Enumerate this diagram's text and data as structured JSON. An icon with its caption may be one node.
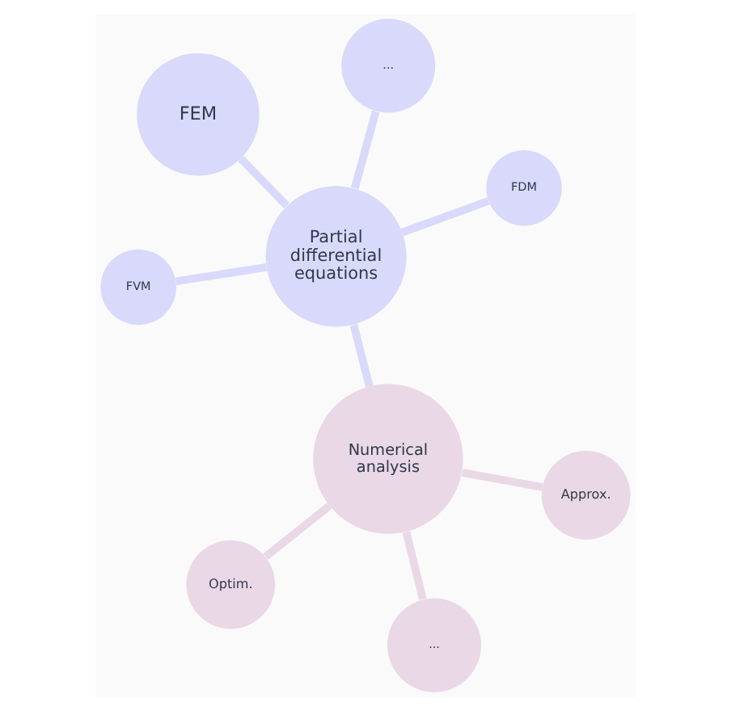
{
  "diagram": {
    "nodes": [
      {
        "text": [
          "Partial differential equations"
        ]
      },
      {
        "text": [
          "FDM"
        ]
      },
      {
        "text": [
          "FVM"
        ]
      },
      {
        "text": [
          "FEM"
        ]
      },
      {
        "text": [
          "..."
        ]
      },
      {
        "text": [
          "Numerical analysis"
        ]
      },
      {
        "text": [
          "Optim."
        ]
      },
      {
        "text": [
          "Approx."
        ]
      },
      {
        "text": [
          "..."
        ]
      }
    ],
    "edges": [
      {
        "from": 0,
        "to": 1,
        "arrow": "none"
      },
      {
        "from": 0,
        "to": 2,
        "arrow": "none"
      },
      {
        "from": 0,
        "to": 3,
        "arrow": "none"
      },
      {
        "from": 0,
        "to": 4,
        "arrow": "none"
      },
      {
        "from": 0,
        "to": 5,
        "arrow": "none"
      },
      {
        "from": 5,
        "to": 6,
        "arrow": "none",
        "color": "#ead8e6"
      },
      {
        "from": 5,
        "to": 7,
        "arrow": "none",
        "color": "#ead8e6"
      },
      {
        "from": 5,
        "to": 8,
        "arrow": "none",
        "color": "#ead8e6"
      }
    ]
  }
}
